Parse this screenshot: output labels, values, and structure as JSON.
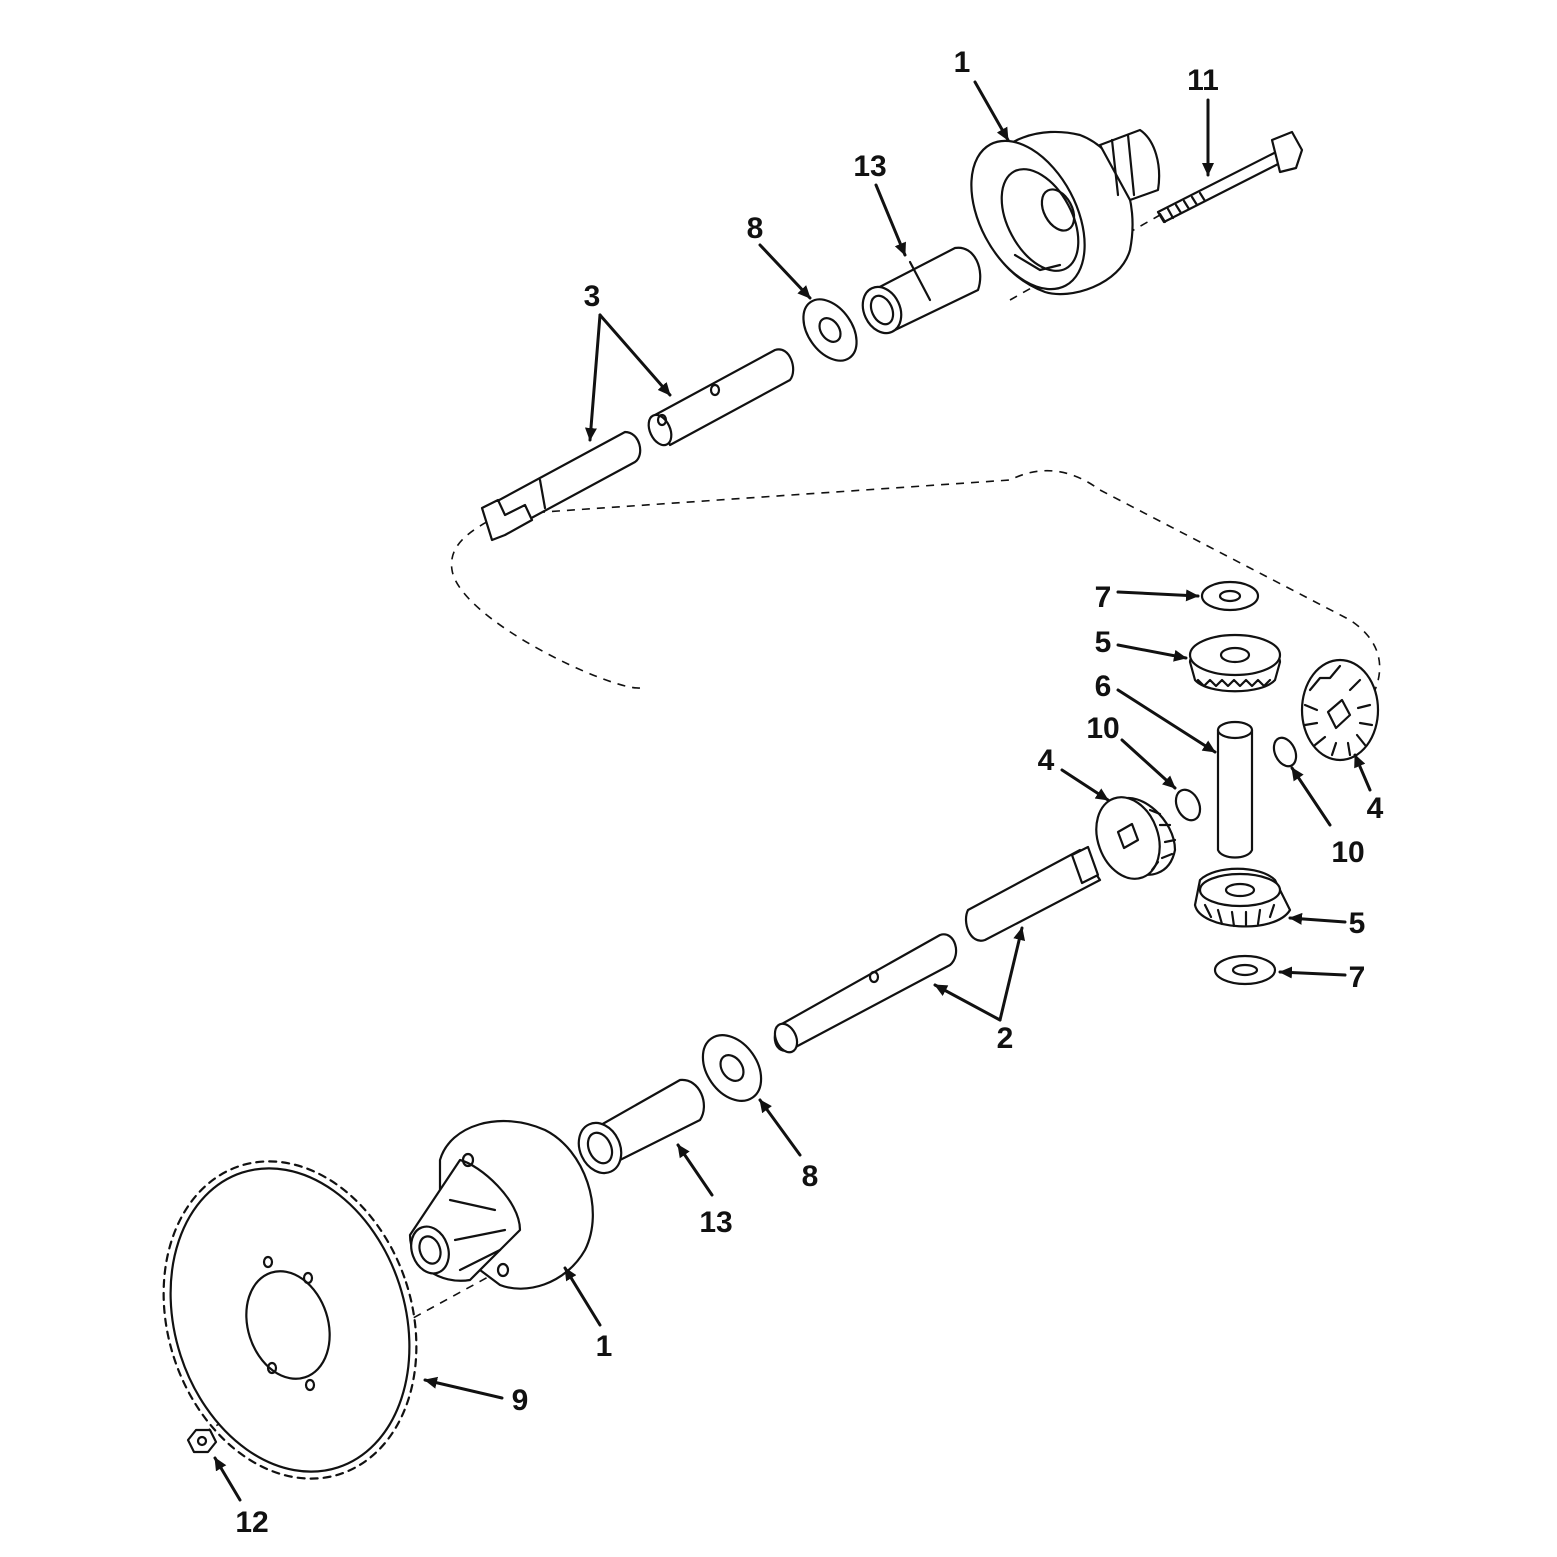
{
  "callouts": {
    "c1_top": "1",
    "c11": "11",
    "c13_top": "13",
    "c8_top": "8",
    "c3": "3",
    "c7_top": "7",
    "c5_top": "5",
    "c6": "6",
    "c10_left": "10",
    "c4_left": "4",
    "c4_right": "4",
    "c10_right": "10",
    "c5_bottom": "5",
    "c7_bottom": "7",
    "c2": "2",
    "c8_bottom": "8",
    "c13_bottom": "13",
    "c1_bottom": "1",
    "c9": "9",
    "c12": "12"
  }
}
